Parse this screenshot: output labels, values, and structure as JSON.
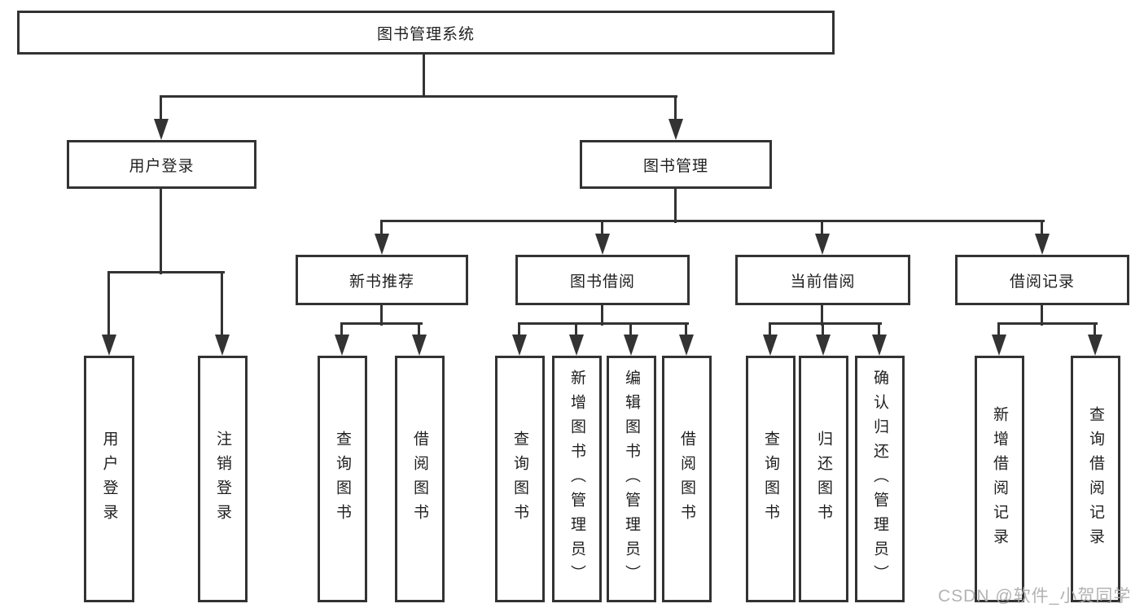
{
  "colors": {
    "line": "#333333",
    "box_border": "#333333",
    "text": "#1f1f1f",
    "background": "#ffffff",
    "watermark": "#acacac"
  },
  "diagram": {
    "root": {
      "label": "图书管理系统"
    },
    "level2": [
      {
        "id": "user-login",
        "label": "用户登录"
      },
      {
        "id": "book-management",
        "label": "图书管理"
      }
    ],
    "level3": [
      {
        "id": "new-book-recommend",
        "label": "新书推荐",
        "parent": "图书管理"
      },
      {
        "id": "book-borrowing",
        "label": "图书借阅",
        "parent": "图书管理"
      },
      {
        "id": "current-borrowing",
        "label": "当前借阅",
        "parent": "图书管理"
      },
      {
        "id": "borrowing-records",
        "label": "借阅记录",
        "parent": "图书管理"
      }
    ],
    "leaves": {
      "user_login": [
        "用户登录",
        "注销登录"
      ],
      "new_book_recommend": [
        "查询图书",
        "借阅图书"
      ],
      "book_borrowing": [
        "查询图书",
        "新增图书（管理员）",
        "编辑图书（管理员）",
        "借阅图书"
      ],
      "current_borrowing": [
        "查询图书",
        "归还图书",
        "确认归还（管理员）"
      ],
      "borrowing_records": [
        "新增借阅记录",
        "查询借阅记录"
      ]
    }
  },
  "watermark": {
    "text": "CSDN @软件_小贺同学"
  }
}
